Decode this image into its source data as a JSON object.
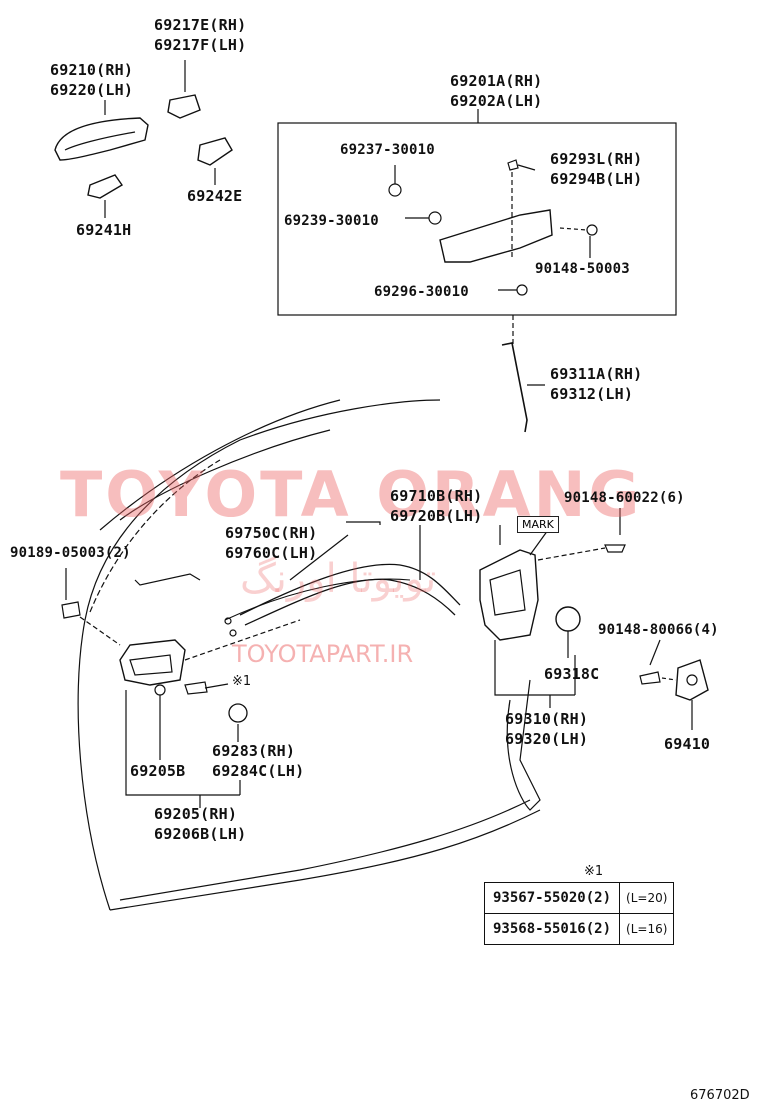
{
  "watermark": {
    "brand": "TOYOTA ORANG",
    "url": "TOYOTAPART.IR",
    "persian": "تویوتا اورنگ"
  },
  "labels": {
    "p69217": [
      "69217E(RH)",
      "69217F(LH)"
    ],
    "p69210": [
      "69210(RH)",
      "69220(LH)"
    ],
    "p69242": "69242E",
    "p69241": "69241H",
    "p69201": [
      "69201A(RH)",
      "69202A(LH)"
    ],
    "p69237": "69237-30010",
    "p69293": [
      "69293L(RH)",
      "69294B(LH)"
    ],
    "p69239": "69239-30010",
    "p90148_50003": "90148-50003",
    "p69296": "69296-30010",
    "p69311": [
      "69311A(RH)",
      "69312(LH)"
    ],
    "p69710": [
      "69710B(RH)",
      "69720B(LH)"
    ],
    "p90148_60022": "90148-60022(6)",
    "mark": "MARK",
    "p90189": "90189-05003(2)",
    "p69750": [
      "69750C(RH)",
      "69760C(LH)"
    ],
    "p90148_80066": "90148-80066(4)",
    "p69318": "69318C",
    "ref_mark": "※1",
    "p69310": [
      "69310(RH)",
      "69320(LH)"
    ],
    "p69410": "69410",
    "p69283": [
      "69283(RH)",
      "69284C(LH)"
    ],
    "p69205B": "69205B",
    "p69205": [
      "69205(RH)",
      "69206B(LH)"
    ]
  },
  "spec_table": {
    "title": "※1",
    "rows": [
      {
        "part": "93567-55020(2)",
        "length": "(L=20)"
      },
      {
        "part": "93568-55016(2)",
        "length": "(L=16)"
      }
    ]
  },
  "diagram_id": "676702D"
}
